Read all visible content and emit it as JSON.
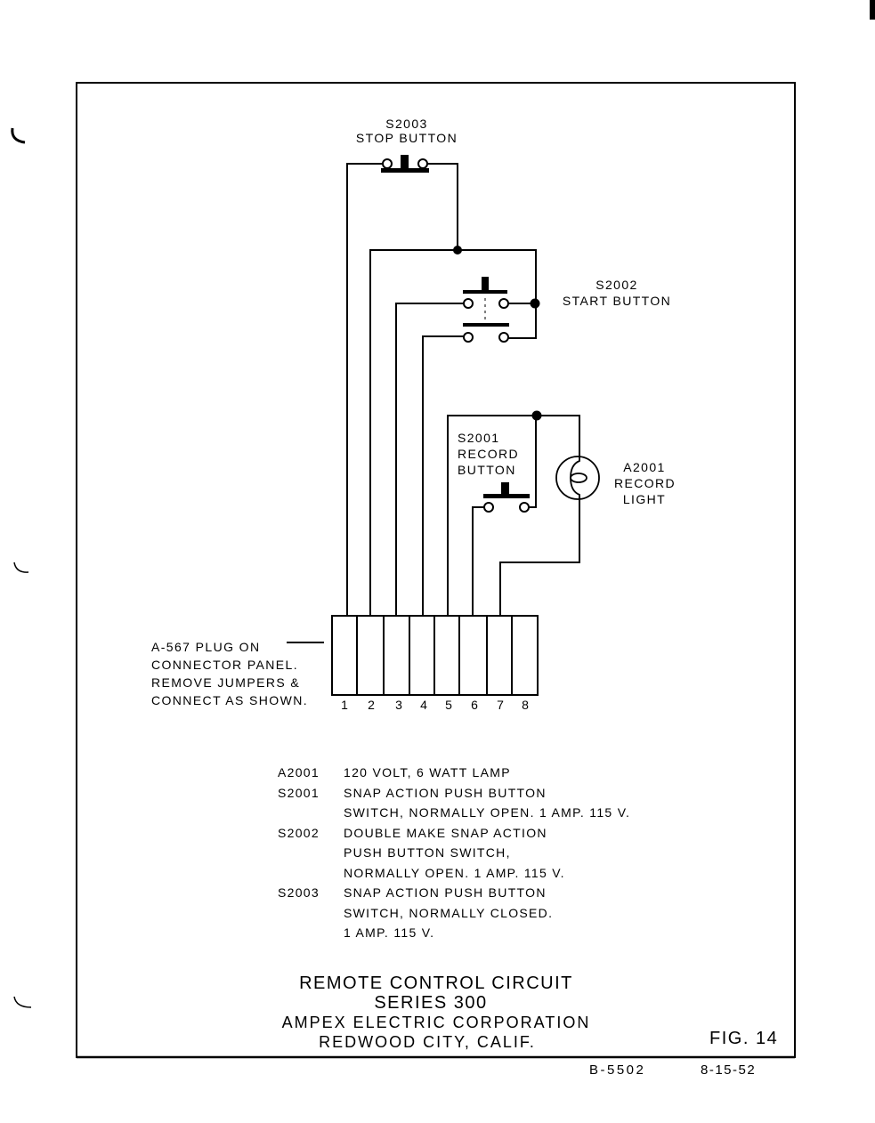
{
  "diagram": {
    "components": {
      "stop_button": {
        "ref": "S2003",
        "label": "STOP BUTTON"
      },
      "start_button": {
        "ref": "S2002",
        "label": "START BUTTON"
      },
      "record_button": {
        "ref": "S2001",
        "line2": "RECORD",
        "line3": "BUTTON"
      },
      "record_light": {
        "ref": "A2001",
        "line2": "RECORD",
        "line3": "LIGHT"
      }
    },
    "plug": {
      "lines": [
        "A-567 PLUG ON",
        "CONNECTOR PANEL.",
        "REMOVE JUMPERS &",
        "CONNECT AS SHOWN."
      ],
      "pins": [
        "1",
        "2",
        "3",
        "4",
        "5",
        "6",
        "7",
        "8"
      ]
    }
  },
  "parts_list": [
    {
      "ref": "A2001",
      "lines": [
        "120 VOLT, 6 WATT LAMP"
      ]
    },
    {
      "ref": "S2001",
      "lines": [
        "SNAP ACTION PUSH BUTTON",
        "SWITCH, NORMALLY OPEN. 1 AMP. 115 V."
      ]
    },
    {
      "ref": "S2002",
      "lines": [
        "DOUBLE MAKE SNAP ACTION",
        "PUSH BUTTON SWITCH,",
        "NORMALLY OPEN. 1 AMP. 115 V."
      ]
    },
    {
      "ref": "S2003",
      "lines": [
        "SNAP ACTION PUSH BUTTON",
        "SWITCH, NORMALLY CLOSED.",
        "1 AMP. 115 V."
      ]
    }
  ],
  "title_block": {
    "title": "REMOTE CONTROL CIRCUIT",
    "series": "SERIES 300",
    "company": "AMPEX ELECTRIC CORPORATION",
    "location": "REDWOOD CITY, CALIF.",
    "figure": "FIG. 14",
    "drawing_number": "B-5502",
    "date": "8-15-52"
  },
  "colors": {
    "ink": "#000000",
    "paper": "#ffffff"
  }
}
